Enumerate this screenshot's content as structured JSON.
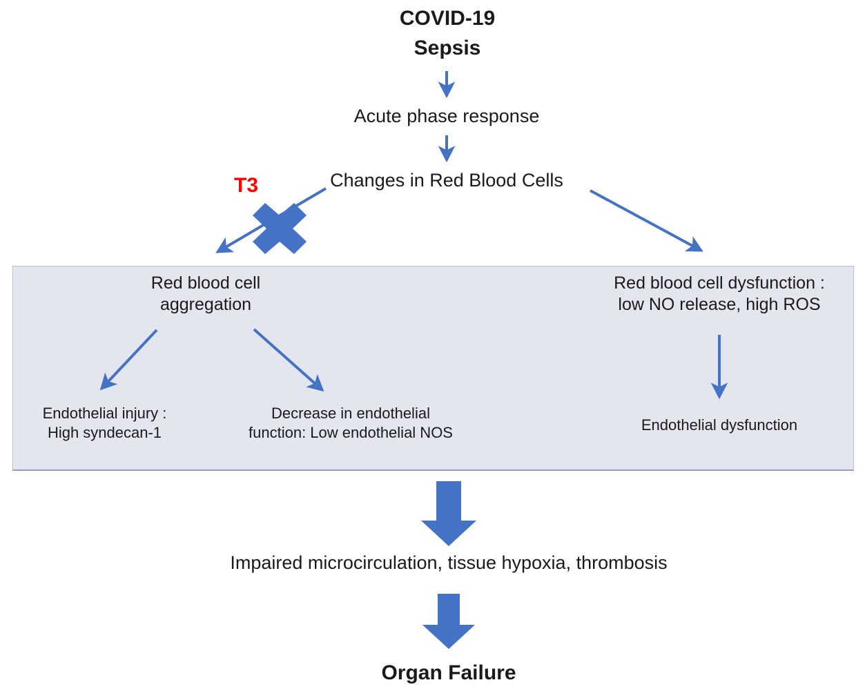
{
  "diagram": {
    "title": "COVID-19 Sepsis pathophysiology flowchart",
    "colors": {
      "arrow_blue": "#4472C4",
      "block_arrow_blue": "#4472C4",
      "x_mark_blue": "#4472C4",
      "t3_red": "#FF0000",
      "panel_fill": "#E3E6EE",
      "panel_border": "#B8C2D8",
      "text": "#1A1A1A",
      "background": "#FFFFFF"
    },
    "nodes": {
      "covid19": "COVID-19",
      "sepsis": "Sepsis",
      "acute_phase": "Acute phase response",
      "rbc_changes": "Changes in Red Blood Cells",
      "t3_inhibitor": "T3",
      "rbc_aggregation": "Red blood cell\naggregation",
      "rbc_dysfunction": "Red blood cell dysfunction :\nlow NO release, high ROS",
      "endothelial_injury": "Endothelial injury :\nHigh syndecan-1",
      "endothelial_decrease": "Decrease in endothelial\nfunction: Low endothelial NOS",
      "endothelial_dysfunction": "Endothelial  dysfunction",
      "impaired_micro": "Impaired microcirculation, tissue hypoxia, thrombosis",
      "organ_failure": "Organ Failure"
    },
    "edges": [
      {
        "name": "covid-to-acute",
        "from": "sepsis",
        "to": "acute_phase",
        "style": "thin-arrow"
      },
      {
        "name": "acute-to-rbc-changes",
        "from": "acute_phase",
        "to": "rbc_changes",
        "style": "thin-arrow"
      },
      {
        "name": "rbc-changes-to-aggregation",
        "from": "rbc_changes",
        "to": "rbc_aggregation",
        "style": "thin-arrow-blocked",
        "blocker": "T3"
      },
      {
        "name": "rbc-changes-to-dysfunction",
        "from": "rbc_changes",
        "to": "rbc_dysfunction",
        "style": "thin-arrow"
      },
      {
        "name": "aggregation-to-injury",
        "from": "rbc_aggregation",
        "to": "endothelial_injury",
        "style": "thin-arrow"
      },
      {
        "name": "aggregation-to-decrease",
        "from": "rbc_aggregation",
        "to": "endothelial_decrease",
        "style": "thin-arrow"
      },
      {
        "name": "dysfunction-to-endothelial",
        "from": "rbc_dysfunction",
        "to": "endothelial_dysfunction",
        "style": "thin-arrow"
      },
      {
        "name": "panel-to-impaired",
        "from": "panel",
        "to": "impaired_micro",
        "style": "block-arrow"
      },
      {
        "name": "impaired-to-organ-failure",
        "from": "impaired_micro",
        "to": "organ_failure",
        "style": "block-arrow"
      }
    ]
  }
}
